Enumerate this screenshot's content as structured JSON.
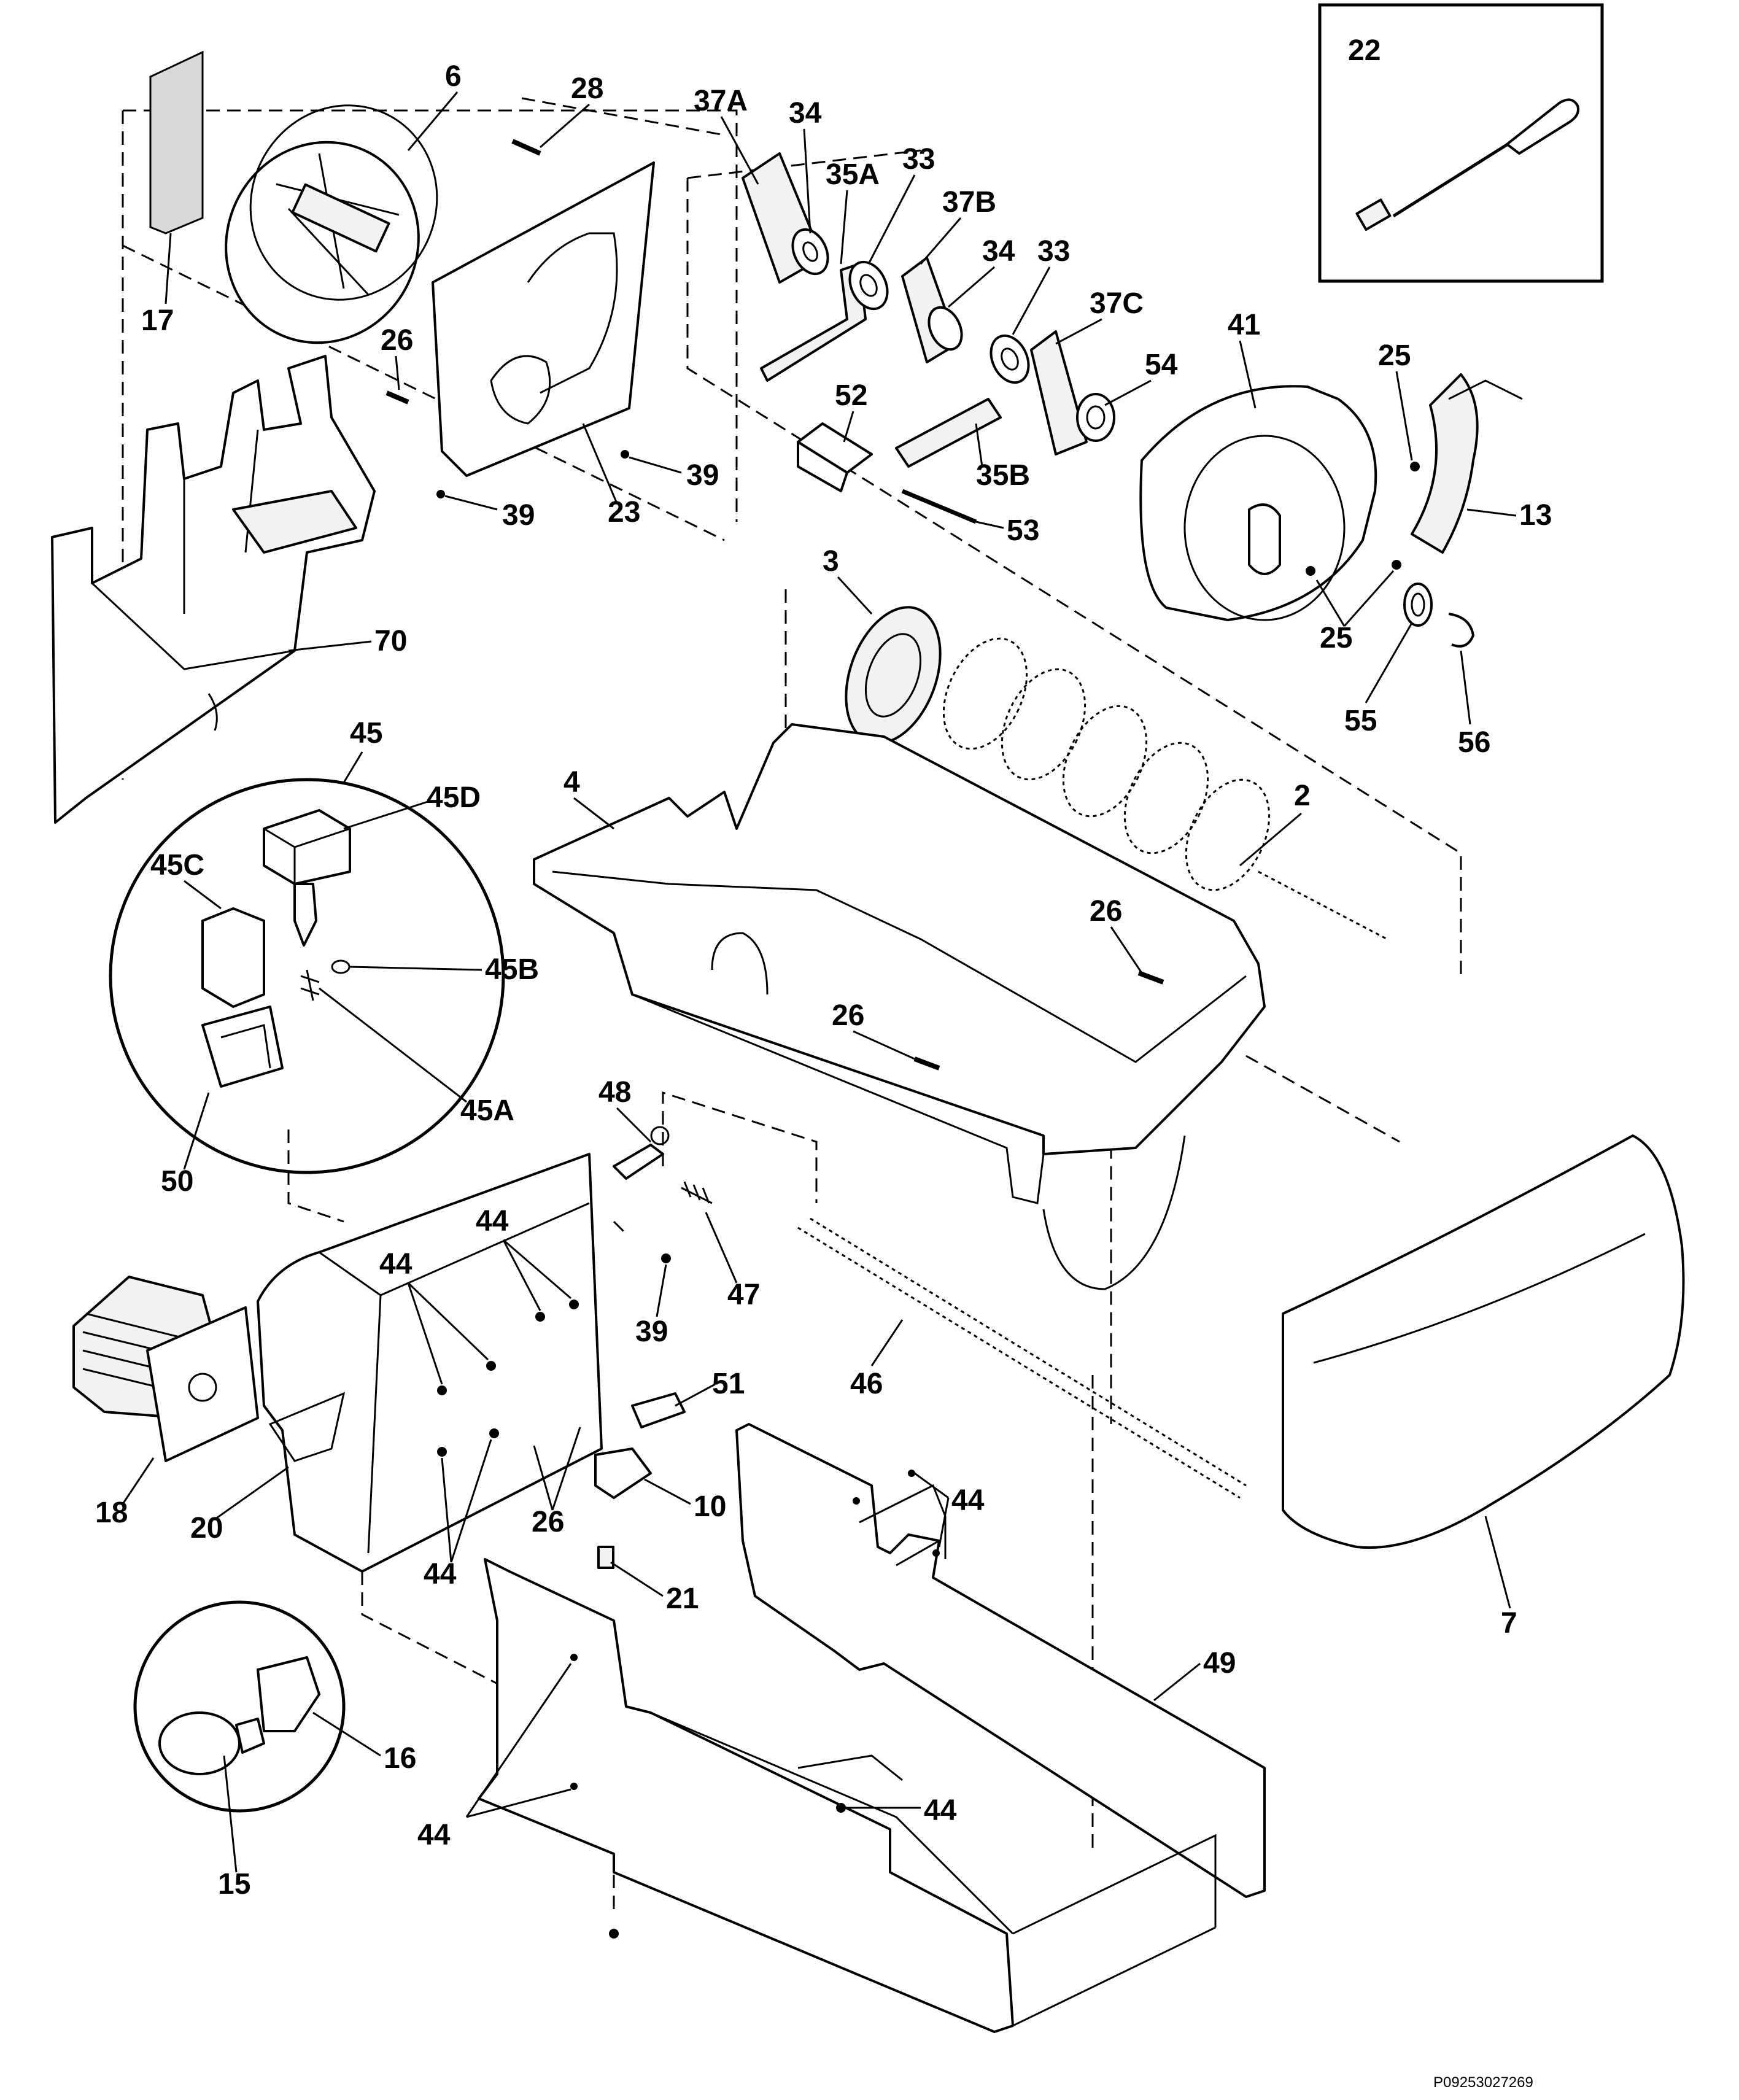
{
  "diagram": {
    "labels": {
      "l6": "6",
      "l28": "28",
      "l37A": "37A",
      "l34a": "34",
      "l35A": "35A",
      "l33a": "33",
      "l37B": "37B",
      "l34b": "34",
      "l33b": "33",
      "l37C": "37C",
      "l22": "22",
      "l17": "17",
      "l26a": "26",
      "l23": "23",
      "l39a": "39",
      "l39b": "39",
      "l52": "52",
      "l54": "54",
      "l41": "41",
      "l25a": "25",
      "l13": "13",
      "l35B": "35B",
      "l53": "53",
      "l3": "3",
      "l25b": "25",
      "l55": "55",
      "l56": "56",
      "l70": "70",
      "l45": "45",
      "l45D": "45D",
      "l45C": "45C",
      "l45B": "45B",
      "l45A": "45A",
      "l4": "4",
      "l2": "2",
      "l26b": "26",
      "l26c": "26",
      "l50": "50",
      "l48": "48",
      "l47": "47",
      "l39c": "39",
      "l46": "46",
      "l44a": "44",
      "l44b": "44",
      "l18": "18",
      "l20": "20",
      "l26d": "26",
      "l51": "51",
      "l10": "10",
      "l44c": "44",
      "l44d": "44",
      "l21": "21",
      "l7": "7",
      "l49": "49",
      "l16": "16",
      "l15": "15",
      "l44e": "44",
      "l44f": "44"
    },
    "code": "P09253027269"
  }
}
